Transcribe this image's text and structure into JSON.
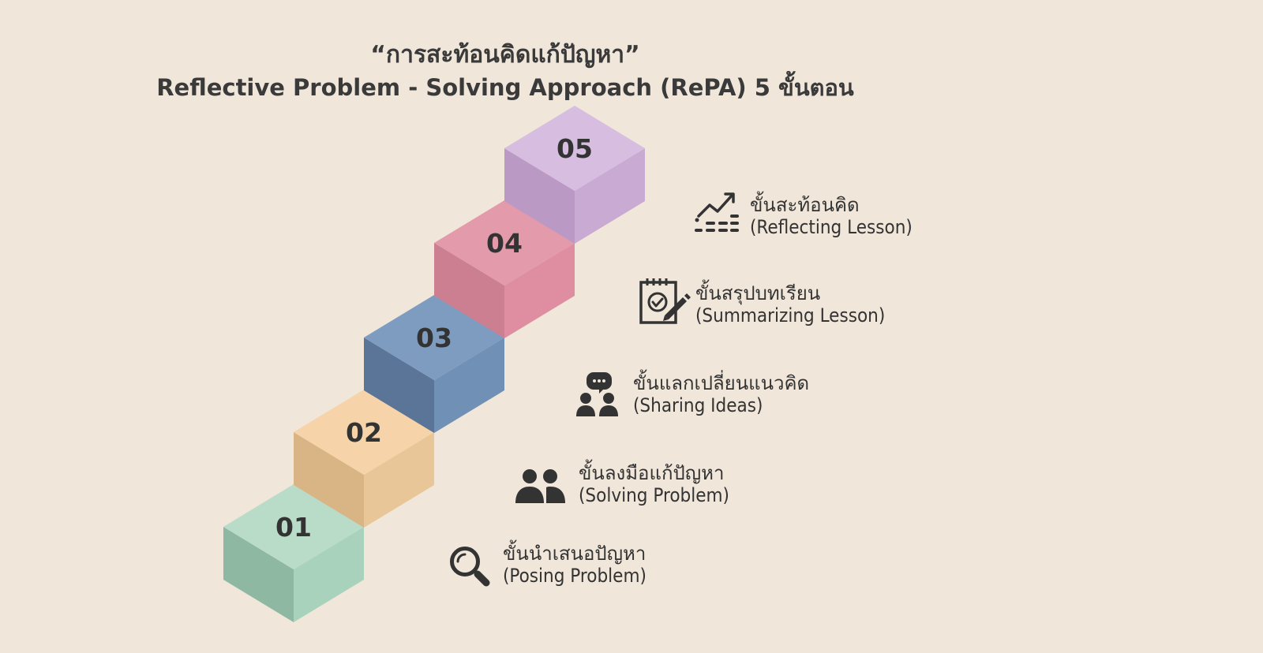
{
  "title": {
    "line1": "“การสะท้อนคิดแก้ปัญหา”",
    "line2": "Reflective Problem - Solving Approach (RePA) 5 ขั้นตอน"
  },
  "steps": [
    {
      "number": "01",
      "label_th": "ขั้นนำเสนอปัญหา",
      "label_en": "(Posing Problem)",
      "icon": "magnifier-icon",
      "colors": {
        "top": "#b9dcc8",
        "left": "#8fb8a2",
        "right": "#a8d2bc"
      }
    },
    {
      "number": "02",
      "label_th": "ขั้นลงมือแก้ปัญหา",
      "label_en": "(Solving Problem)",
      "icon": "two-people-icon",
      "colors": {
        "top": "#f6d3a8",
        "left": "#d9b585",
        "right": "#e8c698"
      }
    },
    {
      "number": "03",
      "label_th": "ขั้นแลกเปลี่ยนแนวคิด",
      "label_en": "(Sharing Ideas)",
      "icon": "group-chat-icon",
      "colors": {
        "top": "#7e9cc0",
        "left": "#5a7598",
        "right": "#7190b6"
      }
    },
    {
      "number": "04",
      "label_th": "ขั้นสรุปบทเรียน",
      "label_en": "(Summarizing Lesson)",
      "icon": "notepad-check-icon",
      "colors": {
        "top": "#e39aaa",
        "left": "#cb7f90",
        "right": "#de8ea0"
      }
    },
    {
      "number": "05",
      "label_th": "ขั้นสะท้อนคิด",
      "label_en": "(Reflecting Lesson)",
      "icon": "trend-chart-icon",
      "colors": {
        "top": "#d7bde0",
        "left": "#bb99c5",
        "right": "#c9aad3"
      }
    }
  ]
}
